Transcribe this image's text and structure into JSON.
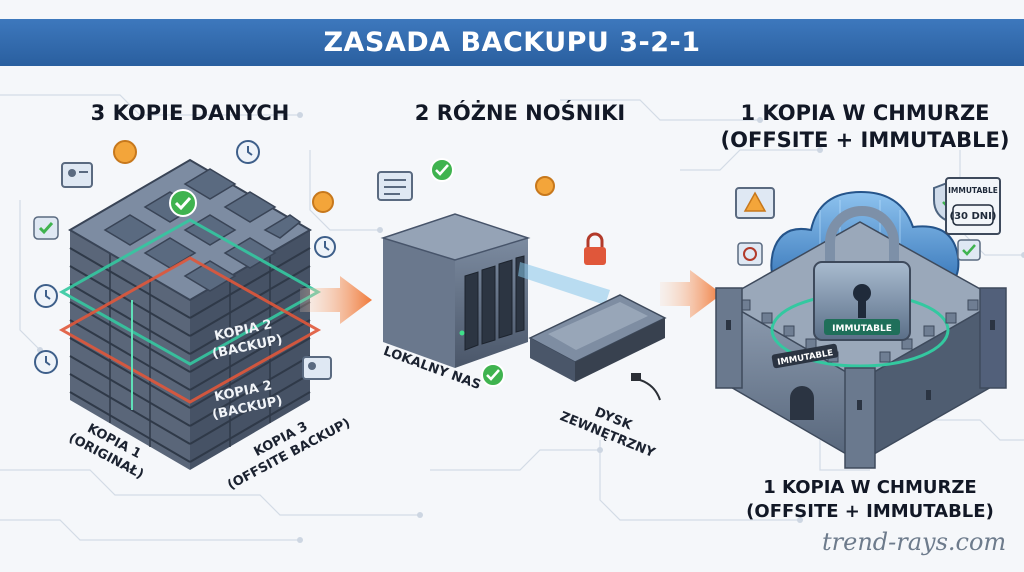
{
  "title": "ZASADA BACKUPU 3-2-1",
  "columns": [
    {
      "heading_lines": [
        "3 KOPIE DANYCH"
      ],
      "labels": {
        "kopia2_top": [
          "KOPIA 2",
          "(BACKUP)"
        ],
        "kopia2_bottom": [
          "KOPIA 2",
          "(BACKUP)"
        ],
        "kopia1": [
          "KOPIA 1",
          "(ORIGINAŁ)"
        ],
        "kopia3": [
          "KOPIA 3",
          "(OFFSITE BACKUP)"
        ]
      }
    },
    {
      "heading_lines": [
        "2 RÓŻNE NOŚNIKI"
      ],
      "labels": {
        "nas": [
          "LOKALNY NAS"
        ],
        "disk": [
          "DYSK",
          "ZEWNĘTRZNY"
        ]
      }
    },
    {
      "heading_lines": [
        "1 KOPIA W CHMURZE",
        "(OFFSITE + IMMUTABLE)"
      ],
      "labels": {
        "immutable_badge": "IMMUTABLE",
        "immutable_tag": "IMMUTABLE",
        "immutable_card_title": "IMMUTABLE",
        "immutable_card_days": "(30 DNI)"
      },
      "footer_lines": [
        "1 KOPIA W CHMURZE",
        "(OFFSITE + IMMUTABLE)"
      ]
    }
  ],
  "watermark": "trend-rays.com",
  "colors": {
    "title_bar": "#2f69ad",
    "arrow": "#f07a3a",
    "server_dark": "#4e5b6e",
    "server_light": "#7e8da2",
    "cloud": "#4f8ed0",
    "ring_green": "#34c8a0",
    "ring_red": "#e0573a",
    "check_green": "#3fb34f"
  },
  "icons": [
    "check-icon",
    "coin-icon",
    "clock-icon",
    "id-card-icon",
    "padlock-icon",
    "warning-icon",
    "shield-icon",
    "document-icon",
    "usb-cable-icon"
  ]
}
